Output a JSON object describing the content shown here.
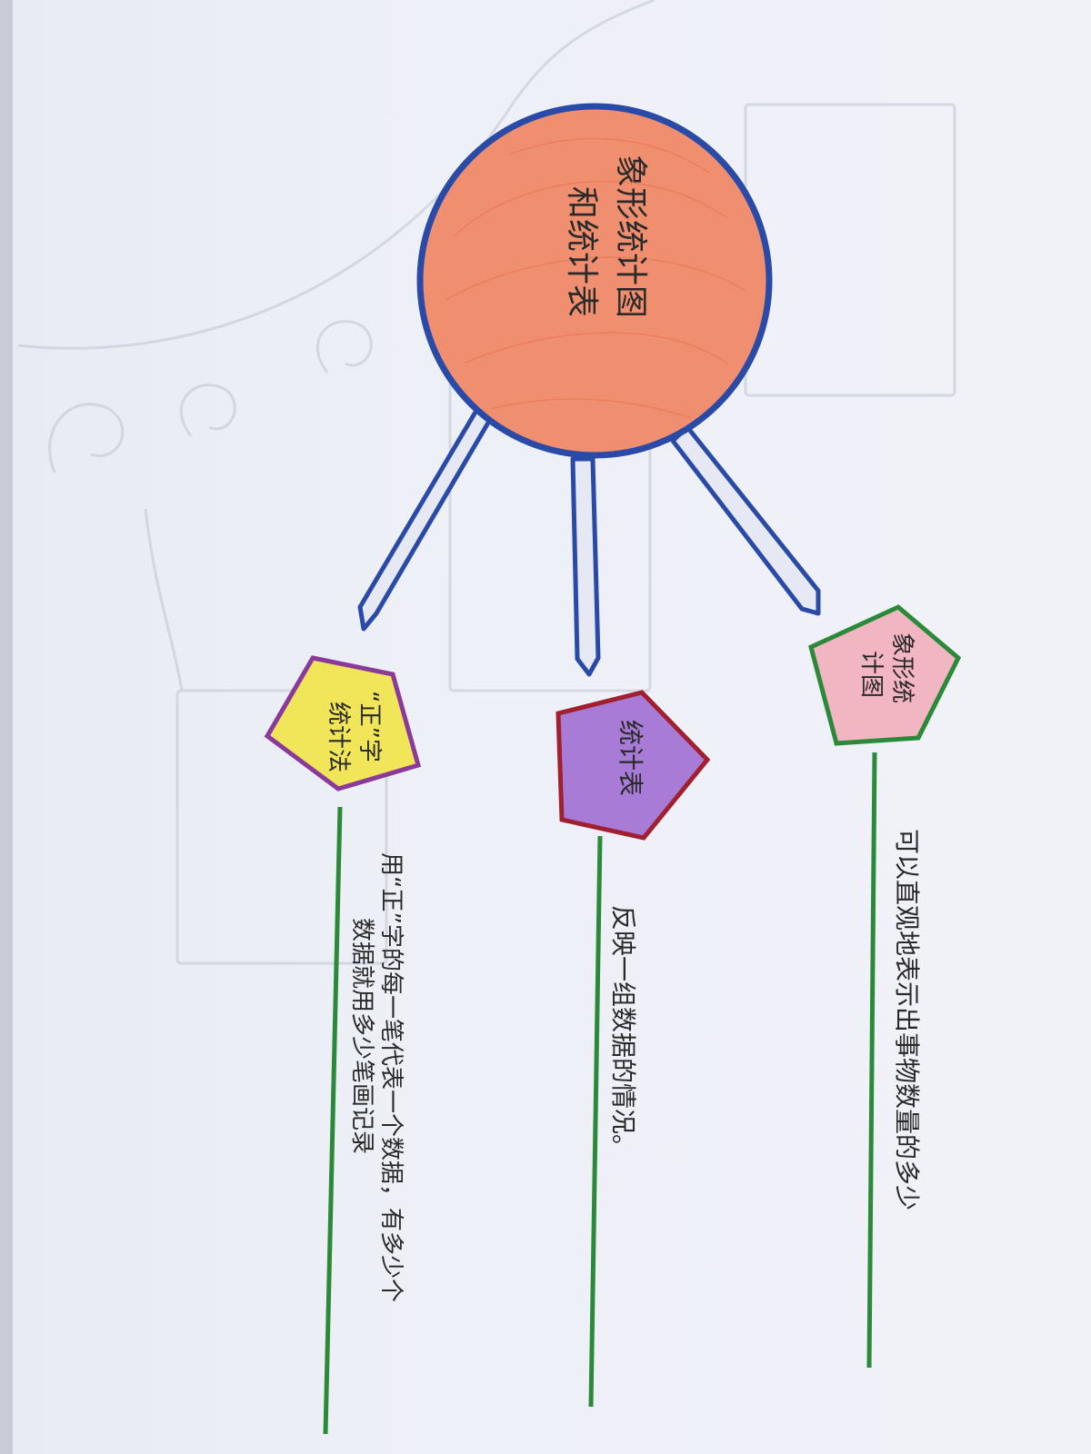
{
  "diagram": {
    "root": {
      "line1": "象形统计图",
      "line2": "和统计表"
    },
    "nodes": [
      {
        "title_lines": [
          "“正”字",
          "统计法"
        ],
        "description_lines": [
          "用“正”字的每一笔代表一个数据，有多少个",
          "数据就用多少笔画记录"
        ]
      },
      {
        "title_lines": [
          "统计表"
        ],
        "description_lines": [
          "反映一组数据的情况。"
        ]
      },
      {
        "title_lines": [
          "象形统",
          "计图"
        ],
        "description_lines": [
          "可以直观地表示出事物数量的多少"
        ]
      }
    ],
    "colors": {
      "root_fill": "#f08f70",
      "root_stroke": "#2a4aa8",
      "connector": "#2a4aa8",
      "stem": "#2a8a3a",
      "node1_fill": "#f1e55a",
      "node1_stroke": "#8a3a9a",
      "node2_fill": "#a87bd6",
      "node2_stroke": "#a02030",
      "node3_fill": "#f2b6c2",
      "node3_stroke": "#2a8a3a"
    }
  }
}
